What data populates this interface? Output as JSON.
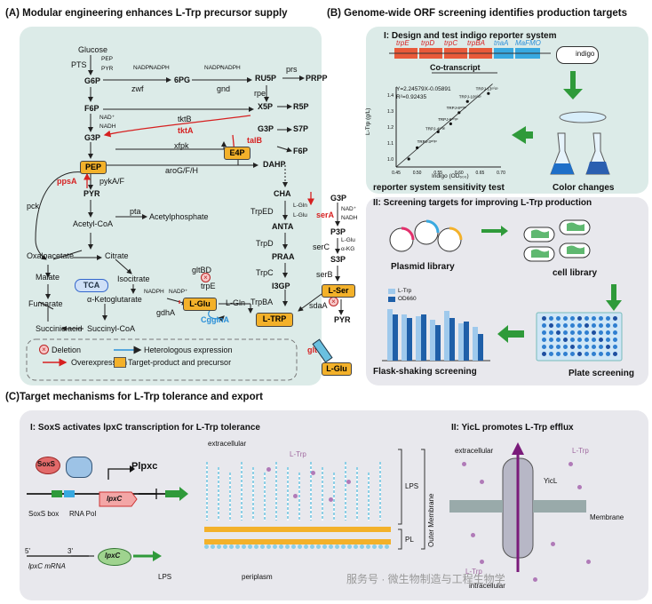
{
  "panelA": {
    "title": "(A) Modular engineering enhances L-Trp precursor supply",
    "metabolites": {
      "glucose": "Glucose",
      "pts": "PTS",
      "pep": "PEP",
      "pyr": "PYR",
      "g6p": "G6P",
      "f6p": "F6P",
      "g3p": "G3P",
      "pep_box": "PEP",
      "pyr2": "PYR",
      "acetylcoa": "Acetyl-CoA",
      "acetylphosphate": "Acetylphosphate",
      "oxaloacetate": "Oxaloacetate",
      "citrate": "Citrate",
      "malate": "Malate",
      "isocitrate": "Isocitrate",
      "fumarate": "Fumarate",
      "akg": "α-Ketoglutarate",
      "succinic": "Succinic acid",
      "succinylcoa": "Succinyl-CoA",
      "pg6": "6PG",
      "ru5p": "RU5P",
      "prpp": "PRPP",
      "x5p": "X5P",
      "r5p": "R5P",
      "g3p2": "G3P",
      "s7p": "S7P",
      "f6p2": "F6P",
      "e4p": "E4P",
      "dahp": "DAHP",
      "cha": "CHA",
      "anta": "ANTA",
      "praa": "PRAA",
      "i3gp": "I3GP",
      "g3p3": "G3P",
      "p3p": "P3P",
      "s3p": "S3P",
      "pyr3": "PYR",
      "lglu_box": "L-Glu",
      "lser_box": "L-Ser",
      "ltrp_box": "L-TRP",
      "lglu_box2": "L-Glu",
      "tca": "TCA"
    },
    "enzymes": {
      "zwf": "zwf",
      "gnd": "gnd",
      "prs": "prs",
      "rpe": "rpe",
      "tktB": "tktB",
      "tktA": "tktA",
      "talB": "talB",
      "xfpk": "xfpk",
      "ppsA": "ppsA",
      "pykAF": "pykA/F",
      "aroG": "aroG/F/H",
      "pta": "pta",
      "pck": "pck",
      "trpED": "TrpED",
      "trpD": "TrpD",
      "trpC": "TrpC",
      "trpBA": "TrpBA",
      "serA": "serA",
      "serC": "serC",
      "serB": "serB",
      "sdaA": "sdaA",
      "gltBD": "gltBD",
      "trpE": "trpE",
      "gdhA": "gdhA",
      "cgglnA": "CgglnA",
      "gltS": "gltS"
    },
    "cofactors": {
      "nadp": "NADP⁺",
      "nadph": "NADPH",
      "nad": "NAD⁺",
      "nadh": "NADH",
      "pep_small": "PEP",
      "pyr_small": "PYR",
      "lgln": "L-Gln",
      "lglu": "L-Glu",
      "akg": "α-KG",
      "lgln2": "L-Gln"
    },
    "legend": {
      "deletion": "Deletion",
      "overexpression": "Overexpression",
      "heterologous": "Heterologous expression",
      "target": "Target-product and precursor"
    }
  },
  "panelB": {
    "title": "(B) Genome-wide ORF screening identifies production targets",
    "sub1": "I: Design and test indigo reporter system",
    "genes": [
      "trpE",
      "trpD",
      "trpC",
      "trpBA",
      "tnaA",
      "MaFMO"
    ],
    "cotranscript": "Co-transcript",
    "indigo": "indigo",
    "equation": "Y=2.24579X-0.05891",
    "r2": "R²=0.92435",
    "xaxis": "Indigo (OD₆₀₀)",
    "yaxis": "L-Trp (g/L)",
    "xticks": [
      "0.45",
      "0.50",
      "0.55",
      "0.60",
      "0.65",
      "0.70"
    ],
    "yticks": [
      "1.0",
      "1.1",
      "1.2",
      "1.3",
      "1.4"
    ],
    "strains": [
      "TRPJ-13ᵒʳⁱᵍᵒ",
      "TRPJ-10ᵒʳⁱᵍᵒ",
      "TRPJ-8ᵒʳⁱᵍᵒ",
      "TRPJ-6ᵒʳⁱᵍᵒ",
      "TRPJ-4ᵒʳⁱᵍᵒ",
      "TRPJ-3ᵒʳⁱᵍᵒ"
    ],
    "sensitivity": "reporter system sensitivity test",
    "color_changes": "Color changes",
    "sub2": "II: Screening targets for improving L-Trp production",
    "plasmid_library": "Plasmid library",
    "cell_library": "cell library",
    "flask": "Flask-shaking screening",
    "plate": "Plate screening",
    "legend_ltrp": "L-Trp",
    "legend_od": "OD660"
  },
  "panelC": {
    "title": "(C)Target mechanisms for L-Trp tolerance and export",
    "sub1": "I: SoxS activates lpxC transcription for L-Trp tolerance",
    "sub2": "II: YicL promotes L-Trp efflux",
    "soxs": "SoxS",
    "plpxc": "Plpxc",
    "lpxc": "lpxC",
    "soxsbox": "SoxS box",
    "rnapol": "RNA Pol",
    "mrna5": "5'",
    "mrna3": "3'",
    "mrna": "lpxC mRNA",
    "lpxc_protein": "lpxC",
    "lps_small": "LPS",
    "extracellular": "extracellular",
    "ltrp": "L-Trp",
    "lps": "LPS",
    "pl": "PL",
    "outer": "Outer Membrane",
    "periplasm": "periplasm",
    "extracellular2": "extracellular",
    "ltrp2": "L-Trp",
    "yicl": "YicL",
    "membrane": "Membrane",
    "ltrp3": "L-Trp",
    "intracellular": "intracellular"
  },
  "watermark": "服务号 · 微生物制造与工程生物学"
}
